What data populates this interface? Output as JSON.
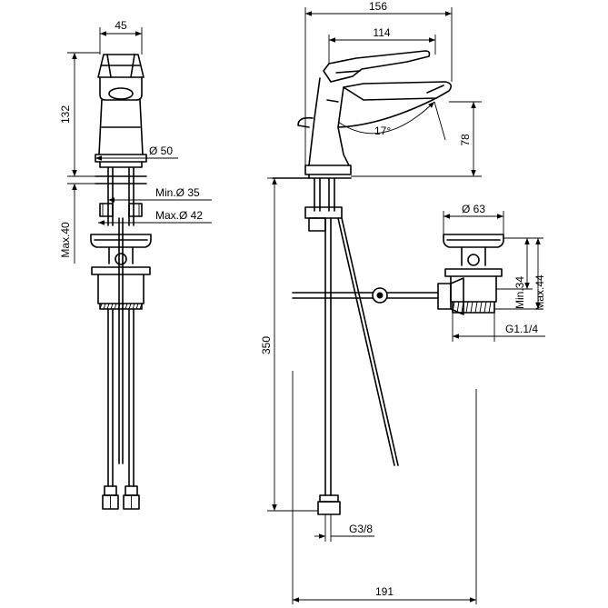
{
  "dimensions": {
    "front_width": "45",
    "front_height": "132",
    "base_diameter": "Ø 50",
    "hole_min": "Min.Ø 35",
    "hole_max": "Max.Ø 42",
    "deck_max": "Max.40",
    "overall_depth": "156",
    "spout_reach": "114",
    "lever_angle": "17°",
    "spout_height": "78",
    "supply_length": "350",
    "waste_diameter": "Ø 63",
    "waste_min": "Min.34",
    "waste_max": "Max.44",
    "waste_thread": "G1.1/4",
    "supply_thread": "G3/8",
    "pull_rod_length": "191"
  }
}
